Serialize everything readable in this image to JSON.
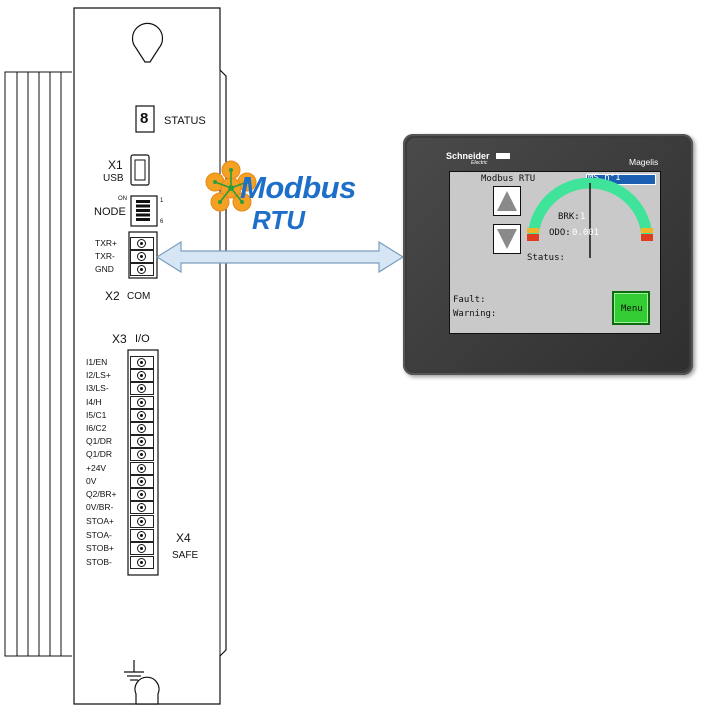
{
  "drive": {
    "status_label": "STATUS",
    "status_digit": "8",
    "x1_label": "X1",
    "usb_label": "USB",
    "node_label": "NODE",
    "node_on": "ON",
    "node_1": "1",
    "node_6": "6",
    "com_pins": [
      "TXR+",
      "TXR-",
      "GND"
    ],
    "x2_label": "X2",
    "com_label": "COM",
    "x3_label": "X3",
    "io_label": "I/O",
    "io_pins": [
      "I1/EN",
      "I2/LS+",
      "I3/LS-",
      "I4/H",
      "I5/C1",
      "I6/C2",
      "Q1/DR",
      "Q1/DR",
      "+24V",
      "0V",
      "Q2/BR+",
      "0V/BR-"
    ],
    "safe_pins": [
      "STOA+",
      "STOA-",
      "STOB+",
      "STOB-"
    ],
    "x4_label": "X4",
    "safe_label": "SAFE"
  },
  "protocol": {
    "line1": "Modbus",
    "line2": "RTU",
    "colors": {
      "text": "#1e6fc9",
      "logo": "#f3a023",
      "logo_inner": "#2e9c3a"
    }
  },
  "hmi": {
    "brand": "Schneider",
    "brand_sub": "Electric",
    "model": "Magelis",
    "screen_title": "Modbus RTU",
    "screen_tag": "MS n°1",
    "brk_label": "BRK:",
    "brk_value": "1",
    "odo_label": "ODO:",
    "odo_value": "0.001",
    "status_label": "Status:",
    "fault_label": "Fault:",
    "warning_label": "Warning:",
    "menu_label": "Menu",
    "colors": {
      "bezel": "#3a3a3a",
      "screen": "#c9c9c9",
      "gauge": "#3fe39a",
      "menu": "#33cc33",
      "tag_bg": "#1b5fb3"
    }
  }
}
